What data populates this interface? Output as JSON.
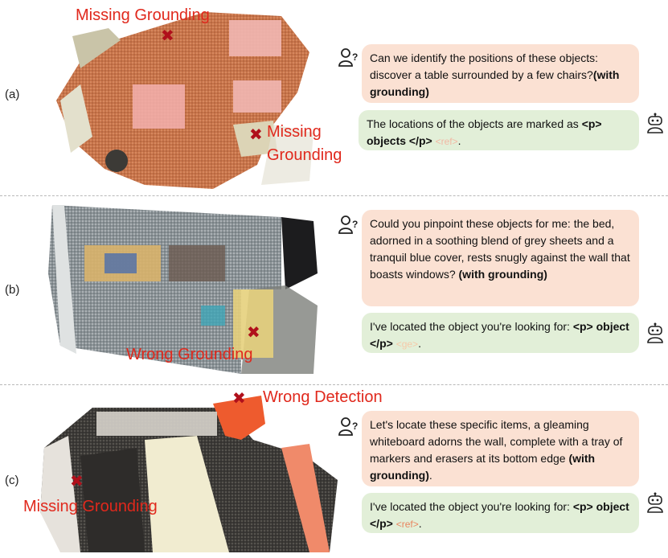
{
  "panels": [
    {
      "label": "(a)",
      "question": {
        "text": "Can we identify the positions of these objects: discover a table surrounded by a few chairs?",
        "bold": "(with grounding)"
      },
      "answer": {
        "text": "The locations of the objects are marked as ",
        "bold": "<p> objects </p>",
        "token": "<ref>"
      },
      "annotations": [
        "Missing Grounding",
        "Missing Grounding"
      ],
      "colors": {
        "token": "#f2b8a4"
      }
    },
    {
      "label": "(b)",
      "question": {
        "text": "Could you pinpoint these objects for me: the bed, adorned in a soothing blend of grey sheets and a tranquil blue cover, rests snugly against the wall that boasts windows? ",
        "bold": "(with grounding)"
      },
      "answer": {
        "text": "I've located the object you're looking for: ",
        "bold": "<p> object </p>",
        "token": "<ge>"
      },
      "annotations": [
        "Wrong Grounding"
      ],
      "colors": {
        "token": "#f6c9a8"
      }
    },
    {
      "label": "(c)",
      "question": {
        "text": "Let's locate these specific items, a gleaming whiteboard adorns the wall, complete with a tray of markers and erasers at its bottom edge ",
        "bold": "(with grounding)",
        "tail": "."
      },
      "answer": {
        "text": "I've located the object you're looking for: ",
        "bold": "<p> object </p>",
        "token": "<ref>"
      },
      "annotations": [
        "Wrong Detection",
        "Missing Grounding"
      ],
      "colors": {
        "token": "#e9855f"
      }
    }
  ],
  "icons": {
    "user": "user-question-icon",
    "robot": "robot-icon"
  },
  "colors": {
    "question_bg": "#fbe1d3",
    "answer_bg": "#e2efd8",
    "annotation": "#e0281c",
    "xmark": "#b0101b"
  }
}
